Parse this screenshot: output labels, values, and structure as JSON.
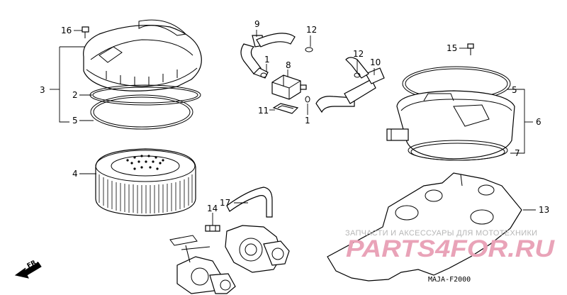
{
  "diagram": {
    "callouts": {
      "c1a": "1",
      "c1b": "1",
      "c2": "2",
      "c3": "3",
      "c4": "4",
      "c5a": "5",
      "c5b": "5",
      "c6": "6",
      "c7": "7",
      "c8": "8",
      "c9": "9",
      "c10": "10",
      "c11": "11",
      "c12a": "12",
      "c12b": "12",
      "c13": "13",
      "c14": "14",
      "c15": "15",
      "c16": "16",
      "c17": "17"
    },
    "direction_label": "FR.",
    "figure_code": "MAJA-F2000"
  },
  "watermark": {
    "tagline": "ЗАПЧАСТИ И АКСЕССУАРЫ ДЛЯ МОТОТЕХНИКИ",
    "brand": "PARTS4FOR.RU"
  },
  "colors": {
    "watermark_brand": "#e9a3b8",
    "watermark_tagline": "#b7b7b7"
  }
}
